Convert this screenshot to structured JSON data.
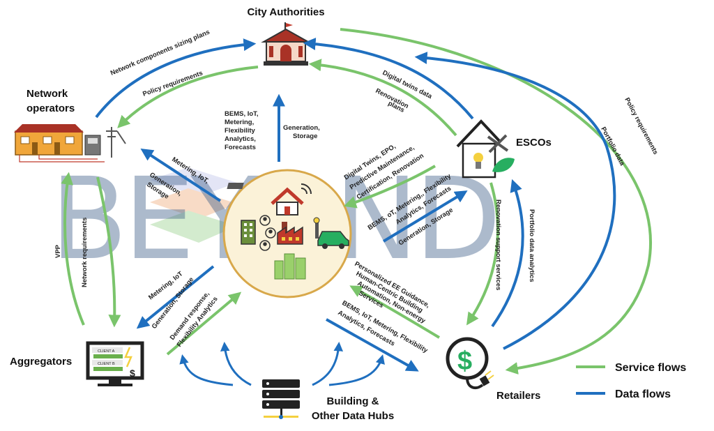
{
  "watermark": {
    "text": "BEYOND"
  },
  "colors": {
    "service": "#7ac46b",
    "data": "#1f6fbf",
    "hub_ring": "#d8a84a",
    "hub_fill": "#fbf2d8"
  },
  "nodes": {
    "city": "City Authorities",
    "network_line1": "Network",
    "network_line2": "operators",
    "escos": "ESCOs",
    "aggregators": "Aggregators",
    "retailers": "Retailers",
    "hubs_line1": "Building &",
    "hubs_line2": "Other Data Hubs"
  },
  "screen": {
    "client_a": "CLIENT A",
    "client_b": "CLIENT B"
  },
  "legend": {
    "service": "Service flows",
    "data": "Data flows"
  },
  "flows": {
    "net_sizing": "Network components sizing plans",
    "policy_left": "Policy requirements",
    "bems_up": [
      "BEMS, IoT,",
      "Metering,",
      "Flexibility",
      "Analytics,",
      "Forecasts"
    ],
    "gen_storage_up": [
      "Generation,",
      "Storage"
    ],
    "digital_twins": "Digital twins data",
    "renovation_plans": [
      "Renovation",
      "plans"
    ],
    "policy_right": "Policy requirements",
    "portfolio_data": "Portfolio data",
    "metering_iot_net": "Metering, IoT,",
    "gen_storage_net": [
      "Generation,",
      "Storage"
    ],
    "escos_services": [
      "Digital Twins, EPO,",
      "Predictive Maintenance,",
      "Certification, Renovation"
    ],
    "escos_data": [
      "BEMS, oT, Metering,, Flexibility",
      "Analytics, Forecasts"
    ],
    "escos_gen": "Generation, Storage",
    "vpp": "VPP",
    "network_req": "Network requirements",
    "metering_iot_agg": "Metering, IoT",
    "gen_storage_agg": "Generation, Storage",
    "demand_response": [
      "Demand response,",
      "Flexibility Analytics"
    ],
    "retail_services": [
      "Personalized EE Guidance,",
      "Human-Centric Building",
      "Automation, Non-energy",
      "Services"
    ],
    "retail_data": [
      "BEMS, IoT, Metering, Flexibility",
      "Analytics, Forecasts"
    ],
    "renovation_support": "Renovation support services",
    "portfolio_analytics": "Portfolio data analytics"
  }
}
